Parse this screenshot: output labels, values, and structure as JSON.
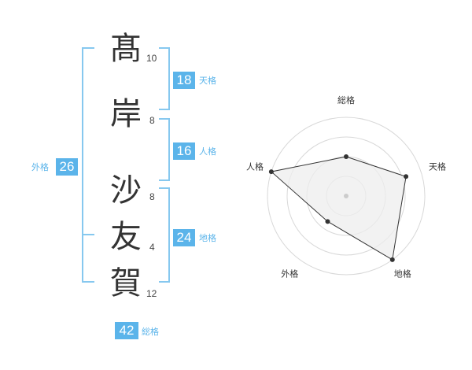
{
  "colors": {
    "accent": "#5bb4ea",
    "label": "#5bb4ea",
    "bracket": "#86c8ef",
    "radar_fill": "#eeeeee",
    "radar_line": "#333333"
  },
  "name": {
    "characters": [
      {
        "char": "髙",
        "strokes": "10"
      },
      {
        "char": "岸",
        "strokes": "8"
      },
      {
        "char": "沙",
        "strokes": "8"
      },
      {
        "char": "友",
        "strokes": "4"
      },
      {
        "char": "賀",
        "strokes": "12"
      }
    ]
  },
  "fortunes": {
    "tenkaku": {
      "value": "18",
      "label": "天格"
    },
    "jinkaku": {
      "value": "16",
      "label": "人格"
    },
    "chikaku": {
      "value": "24",
      "label": "地格"
    },
    "gaikaku": {
      "value": "26",
      "label": "外格"
    },
    "soukaku": {
      "value": "42",
      "label": "総格"
    }
  },
  "radar": {
    "axes": [
      "総格",
      "天格",
      "地格",
      "外格",
      "人格"
    ],
    "levels": 4,
    "values": [
      0.5,
      0.8,
      1.0,
      0.4,
      1.0
    ]
  }
}
